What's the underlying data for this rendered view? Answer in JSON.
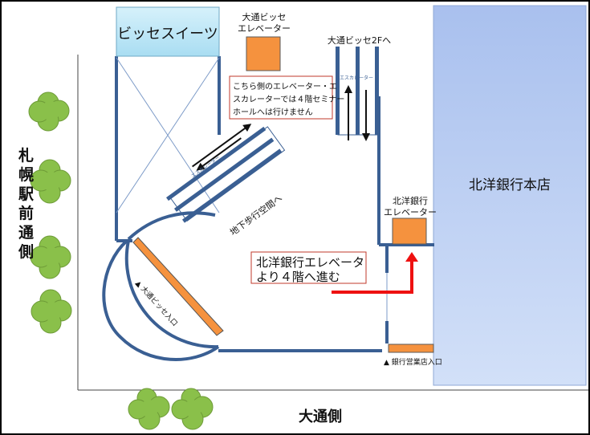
{
  "labels": {
    "bissе_suites": "ビッセスイーツ",
    "odori_bisse_elevator_line1": "大通ビッセ",
    "odori_bisse_elevator_line2": "エレベーター",
    "odori_bisse_2f": "大通ビッセ2Fへ",
    "escalator_small_1": "エスカレーター",
    "escalator_small_2": "エスカレーター",
    "warning_line1": "こちら側のエレベーター・エ",
    "warning_line2": "スカレーターでは４階セミナー",
    "warning_line3": "ホールへは行けません",
    "underground_walkway": "地下歩行空間へ",
    "hokuyo_main_branch": "北洋銀行本店",
    "hokuyo_elevator_line1": "北洋銀行",
    "hokuyo_elevator_line2": "エレベーター",
    "route_line1": "北洋銀行エレベータ",
    "route_line2": "より４階へ進む",
    "odori_bisse_entrance": "▲ 大通ビッセ入口",
    "bank_entrance": "▲ 銀行営業店入口",
    "sapporo_side": "札幌駅前通側",
    "odori_side": "大通側"
  },
  "colors": {
    "wall": "#3a5f93",
    "building_blue": "#b7ccf1",
    "suites_blue": "#bfe7f7",
    "elevator_orange": "#f5923e",
    "route_red": "#ee1111",
    "tree_green": "#8ac04a"
  }
}
